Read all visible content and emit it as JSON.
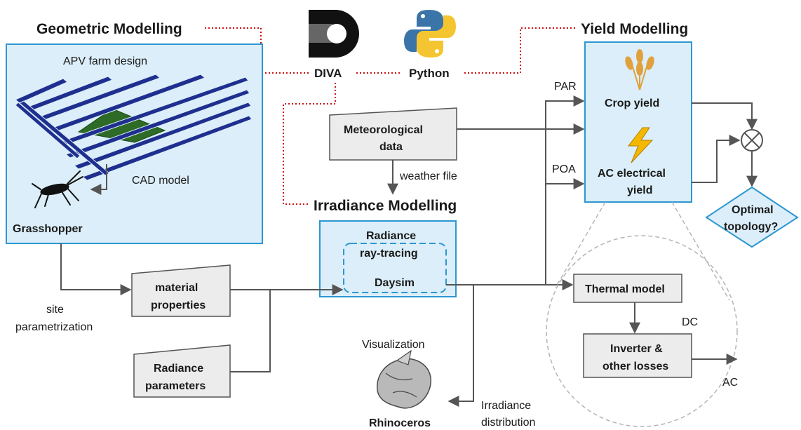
{
  "headers": {
    "geometric": "Geometric Modelling",
    "yield": "Yield Modelling",
    "irradiance": "Irradiance Modelling"
  },
  "tools": {
    "diva": "DIVA",
    "python": "Python",
    "grasshopper": "Grasshopper",
    "rhinoceros": "Rhinoceros"
  },
  "geometric_panel": {
    "title": "APV farm design",
    "cad_label": "CAD model"
  },
  "meteo": {
    "line1": "Meteorological",
    "line2": "data"
  },
  "material": {
    "line1": "material",
    "line2": "properties"
  },
  "radiance_params": {
    "line1": "Radiance",
    "line2": "parameters"
  },
  "irradiance_panel": {
    "line1": "Radiance",
    "line2": "ray-tracing",
    "daysim": "Daysim"
  },
  "yield_panel": {
    "crop": "Crop yield",
    "ac_line1": "AC electrical",
    "ac_line2": "yield"
  },
  "decision": {
    "line1": "Optimal",
    "line2": "topology?"
  },
  "thermal": "Thermal model",
  "inverter": {
    "line1": "Inverter &",
    "line2": "other losses"
  },
  "edge_labels": {
    "par": "PAR",
    "poa": "POA",
    "weather_file": "weather file",
    "site_line1": "site",
    "site_line2": "parametrization",
    "visualization": "Visualization",
    "irr_line1": "Irradiance",
    "irr_line2": "distribution",
    "dc": "DC",
    "ac": "AC"
  },
  "colors": {
    "panel_fill": "#dbeef9",
    "panel_border": "#2e97d1",
    "node_fill": "#ececec",
    "node_border": "#555555",
    "link_dotted": "#cc1111",
    "arrow": "#555555",
    "solar_panel": "#1f2f8f",
    "field": "#2e6b26",
    "wheat": "#e0a13c",
    "bolt": "#f5b800",
    "python_blue": "#3a74a8",
    "python_yellow": "#f5c531"
  }
}
